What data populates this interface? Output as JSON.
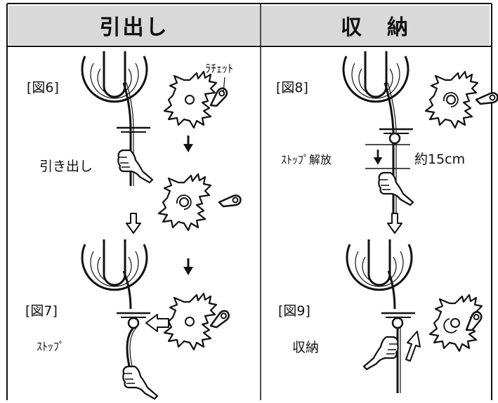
{
  "headers": {
    "left": "引出し",
    "right": "収　納"
  },
  "figures": {
    "fig6": "[図6]",
    "fig7": "[図7]",
    "fig8": "[図8]",
    "fig9": "[図9]"
  },
  "labels": {
    "ratchet": "ﾗﾁｪｯﾄ",
    "pull_out": "引き出し",
    "stop": "ｽﾄｯﾌﾟ",
    "stop_release": "ｽﾄｯﾌﾟ解放",
    "distance": "約15cm",
    "store": "収納"
  },
  "icons": [
    "reel-icon",
    "ratchet-gear-icon",
    "ratchet-pawl-icon",
    "hand-icon",
    "down-arrow-icon",
    "hollow-arrow-icon"
  ],
  "colors": {
    "header_bg": "#d9d9d9",
    "line": "#111111"
  }
}
